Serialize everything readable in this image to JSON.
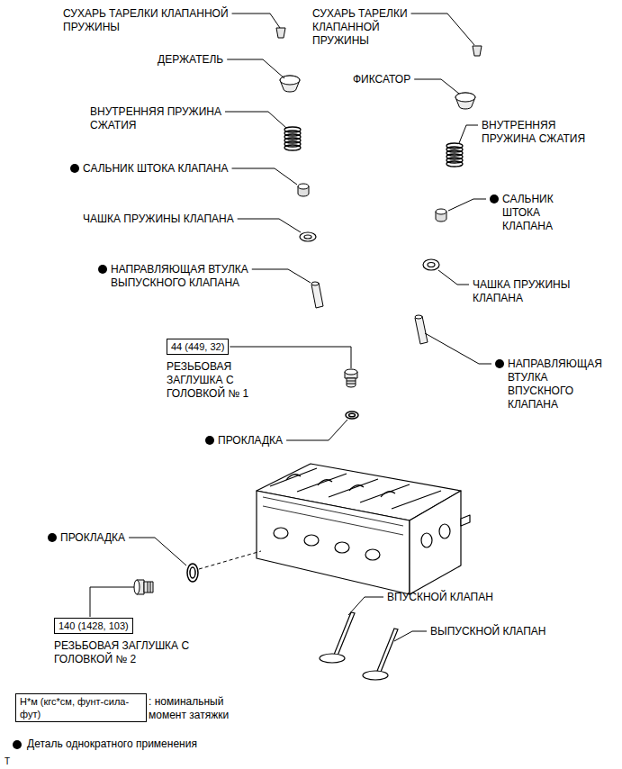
{
  "diagram": {
    "nodes": [
      {
        "text": [
          "44 (449, 32)"
        ]
      },
      {
        "text": [
          "140 (1428, 103)"
        ]
      },
      {
        "text": [
          "Н*м (кгс*см, фунт-сила-фут)"
        ]
      }
    ],
    "labels": [
      "СУХАРЬ ТАРЕЛКИ КЛАПАННОЙ ПРУЖИНЫ",
      "СУХАРЬ ТАРЕЛКИ КЛАПАННОЙ ПРУЖИНЫ",
      "ДЕРЖАТЕЛЬ",
      "ФИКСАТОР",
      "ВНУТРЕННЯЯ ПРУЖИНА СЖАТИЯ",
      "ВНУТРЕННЯЯ ПРУЖИНА СЖАТИЯ",
      "САЛЬНИК ШТОКА КЛАПАНА",
      "САЛЬНИК ШТОКА КЛАПАНА",
      "ЧАШКА ПРУЖИНЫ КЛАПАНА",
      "НАПРАВЛЯЮЩАЯ ВТУЛКА ВЫПУСКНОГО КЛАПАНА",
      "ЧАШКА ПРУЖИНЫ КЛАПАНА",
      "РЕЗЬБОВАЯ ЗАГЛУШКА С ГОЛОВКОЙ № 1",
      "НАПРАВЛЯЮЩАЯ ВТУЛКА ВПУСКНОГО КЛАПАНА",
      "ПРОКЛАДКА",
      "ПРОКЛАДКА",
      "ВПУСКНОЙ КЛАПАН",
      "РЕЗЬБОВАЯ ЗАГЛУШКА С ГОЛОВКОЙ № 2",
      "ВЫПУСКНОЙ КЛАПАН",
      ": номинальный момент затяжки",
      "T"
    ],
    "legend": [
      {
        "text": "Деталь однократного применения",
        "color": "#000000"
      }
    ]
  }
}
